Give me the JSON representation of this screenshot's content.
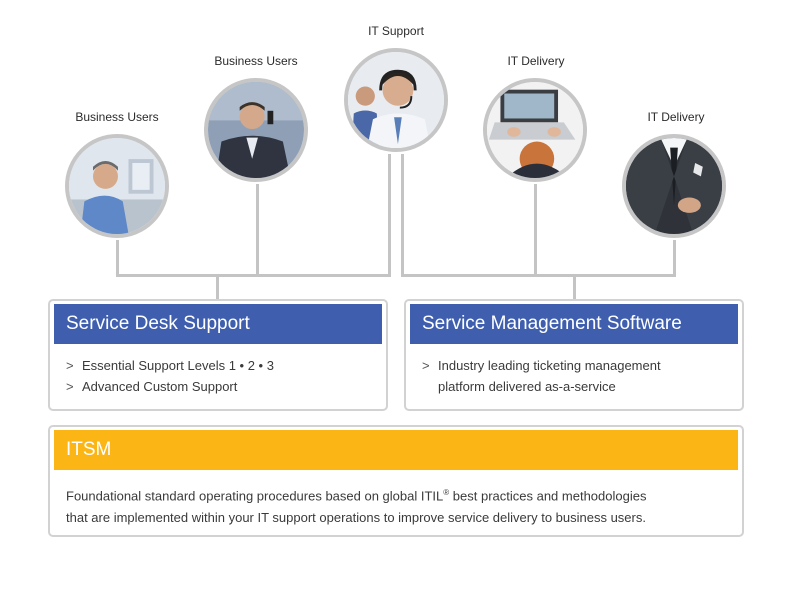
{
  "personas": [
    {
      "label": "Business Users",
      "image": "business-user-at-desk"
    },
    {
      "label": "Business Users",
      "image": "business-user-on-phone"
    },
    {
      "label": "IT Support",
      "image": "support-agent-headset"
    },
    {
      "label": "IT Delivery",
      "image": "laptop-operator"
    },
    {
      "label": "IT Delivery",
      "image": "suit-with-wrench"
    }
  ],
  "service_desk": {
    "title": "Service Desk Support",
    "bullets": [
      "Essential Support Levels  1 • 2 • 3",
      "Advanced Custom Support"
    ]
  },
  "service_mgmt": {
    "title": "Service Management Software",
    "bullet_line1": "Industry leading ticketing management",
    "bullet_line2": "platform delivered as-a-service"
  },
  "itsm": {
    "title": "ITSM",
    "line1_pre": "Foundational standard operating procedures based on global ITIL",
    "line1_sup": "®",
    "line1_post": " best practices and methodologies",
    "line2": "that are implemented within your IT support operations to improve service delivery to business users."
  },
  "bullet_glyph": ">",
  "colors": {
    "header_blue": "#3f5fae",
    "header_gold": "#fbb615",
    "connector_gray": "#c4c4c4",
    "border_gray": "#d2d2d2"
  }
}
